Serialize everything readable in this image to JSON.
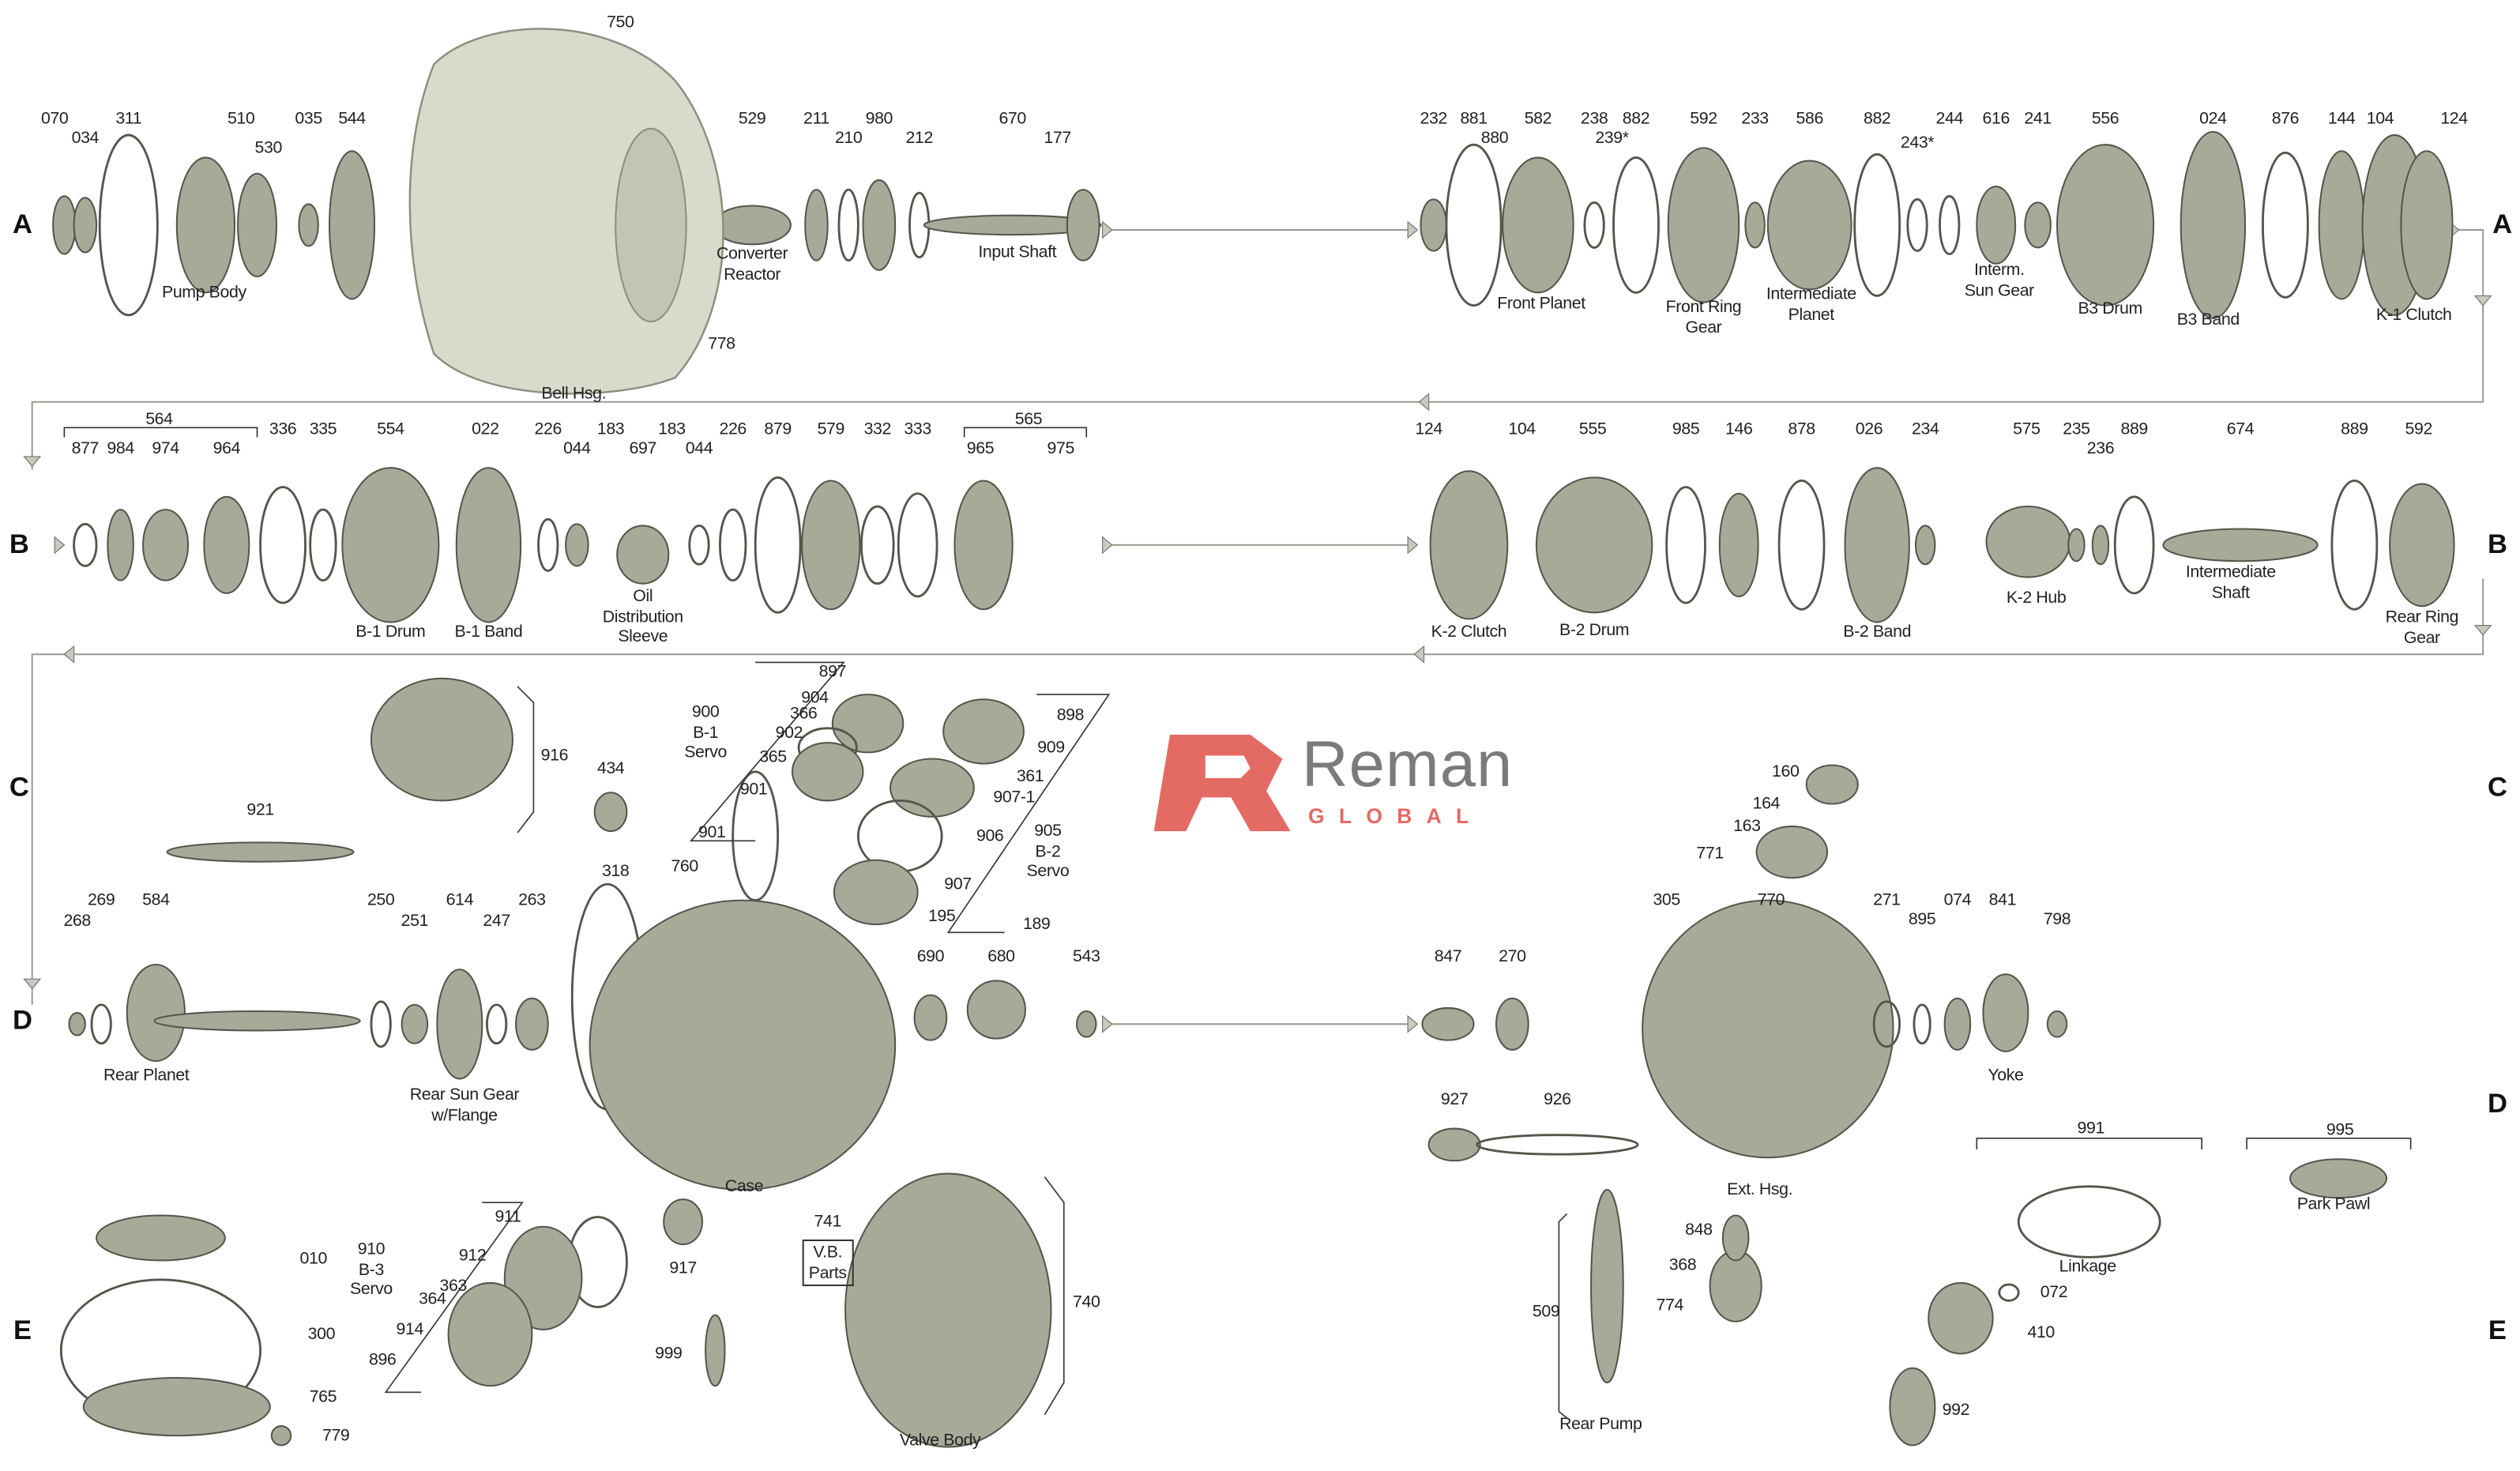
{
  "diagram": {
    "brand": {
      "name": "Reman",
      "sub": "GLOBAL",
      "color": "#e46a64",
      "text_color": "#7b7b7b"
    },
    "row_markers": [
      "A",
      "A",
      "B",
      "B",
      "C",
      "C",
      "D",
      "D",
      "E",
      "E"
    ],
    "row_a_left": [
      "070",
      "034",
      "311",
      "510",
      "530",
      "035",
      "544",
      "750",
      "529",
      "211",
      "210",
      "980",
      "212",
      "670",
      "177",
      "778"
    ],
    "row_a_left_names": [
      "Pump Body",
      "Converter\nReactor",
      "Input Shaft",
      "Bell Hsg."
    ],
    "row_a_right": [
      "232",
      "881",
      "880",
      "582",
      "238",
      "239*",
      "882",
      "592",
      "233",
      "586",
      "882",
      "243*",
      "244",
      "616",
      "241",
      "556",
      "024",
      "876",
      "144",
      "104",
      "124"
    ],
    "row_a_right_names": [
      "Front Planet",
      "Front Ring\nGear",
      "Intermediate\nPlanet",
      "Interm.\nSun Gear",
      "B3 Drum",
      "B3 Band",
      "K-1 Clutch"
    ],
    "row_b_left": [
      "564",
      "877",
      "984",
      "974",
      "964",
      "336",
      "335",
      "554",
      "022",
      "226",
      "044",
      "183",
      "697",
      "183",
      "044",
      "226",
      "879",
      "579",
      "332",
      "333",
      "565",
      "965",
      "975"
    ],
    "row_b_left_names": [
      "B-1 Drum",
      "B-1 Band",
      "Oil\nDistribution\nSleeve"
    ],
    "row_b_right": [
      "124",
      "104",
      "555",
      "985",
      "146",
      "878",
      "026",
      "234",
      "575",
      "235",
      "236",
      "889",
      "674",
      "889",
      "592"
    ],
    "row_b_right_names": [
      "K-2 Clutch",
      "B-2 Drum",
      "B-2 Band",
      "K-2 Hub",
      "Intermediate\nShaft",
      "Rear Ring\nGear"
    ],
    "row_cd_left": [
      "916",
      "434",
      "921",
      "897",
      "904",
      "366",
      "902",
      "365",
      "901",
      "901",
      "898",
      "909",
      "361",
      "907-1",
      "906",
      "907",
      "195",
      "760",
      "318",
      "268",
      "269",
      "584",
      "250",
      "251",
      "614",
      "247",
      "263",
      "690",
      "680",
      "189",
      "543"
    ],
    "row_cd_left_names": [
      "900\nB-1\nServo",
      "905\nB-2\nServo",
      "Rear Planet",
      "Rear Sun Gear\nw/Flange",
      "Case"
    ],
    "row_cde_right": [
      "160",
      "164",
      "163",
      "771",
      "305",
      "770",
      "271",
      "895",
      "074",
      "841",
      "798",
      "847",
      "270",
      "927",
      "926",
      "991",
      "995",
      "848",
      "368",
      "774",
      "509",
      "072",
      "410",
      "992"
    ],
    "row_cde_right_names": [
      "Yoke",
      "Ext. Hsg.",
      "Park Pawl",
      "Linkage",
      "Rear Pump"
    ],
    "row_e_left": [
      "010",
      "300",
      "765",
      "779",
      "911",
      "912",
      "363",
      "364",
      "914",
      "896",
      "917",
      "999",
      "741",
      "740"
    ],
    "row_e_left_names": [
      "910\nB-3\nServo",
      "V.B.\nParts",
      "Valve Body"
    ],
    "colors": {
      "parts": "#a9a99a",
      "parts_dark": "#55554c",
      "lines": "#9a9a90",
      "text": "#222222"
    }
  }
}
